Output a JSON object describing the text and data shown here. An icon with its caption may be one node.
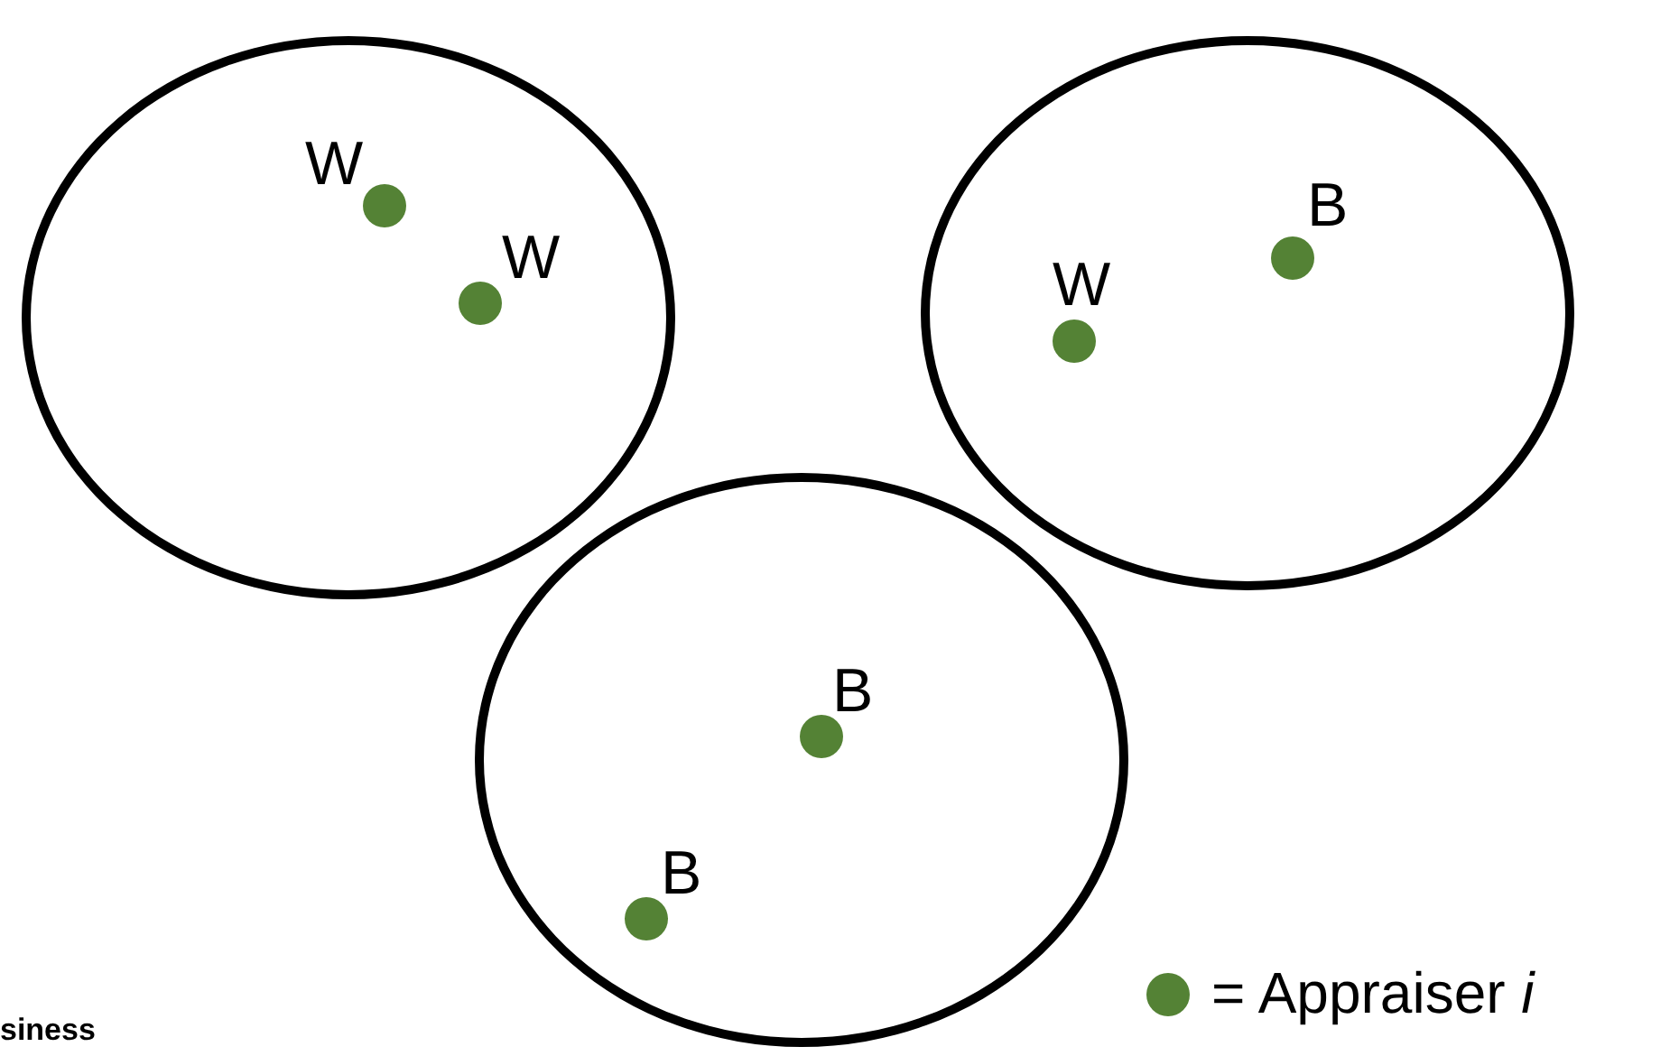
{
  "diagram": {
    "nodes": [
      {
        "text": [],
        "shape": "circle"
      },
      {
        "text": [],
        "shape": "circle",
        "in": 0,
        "beside": [
          "W"
        ]
      },
      {
        "text": [],
        "shape": "circle",
        "in": 0,
        "beside": [
          "W"
        ]
      },
      {
        "text": [],
        "shape": "circle"
      },
      {
        "text": [],
        "shape": "circle",
        "in": 3,
        "beside": [
          "B"
        ]
      },
      {
        "text": [],
        "shape": "circle",
        "in": 3,
        "beside": [
          "B"
        ]
      },
      {
        "text": [],
        "shape": "circle"
      },
      {
        "text": [],
        "shape": "circle",
        "in": 6,
        "beside": [
          "B"
        ]
      },
      {
        "text": [],
        "shape": "circle",
        "in": 6,
        "beside": [
          "W"
        ]
      }
    ],
    "labels": [
      "siness"
    ],
    "legend": [
      {
        "text": "= Appraiser *i*",
        "color": "#548235"
      }
    ]
  }
}
